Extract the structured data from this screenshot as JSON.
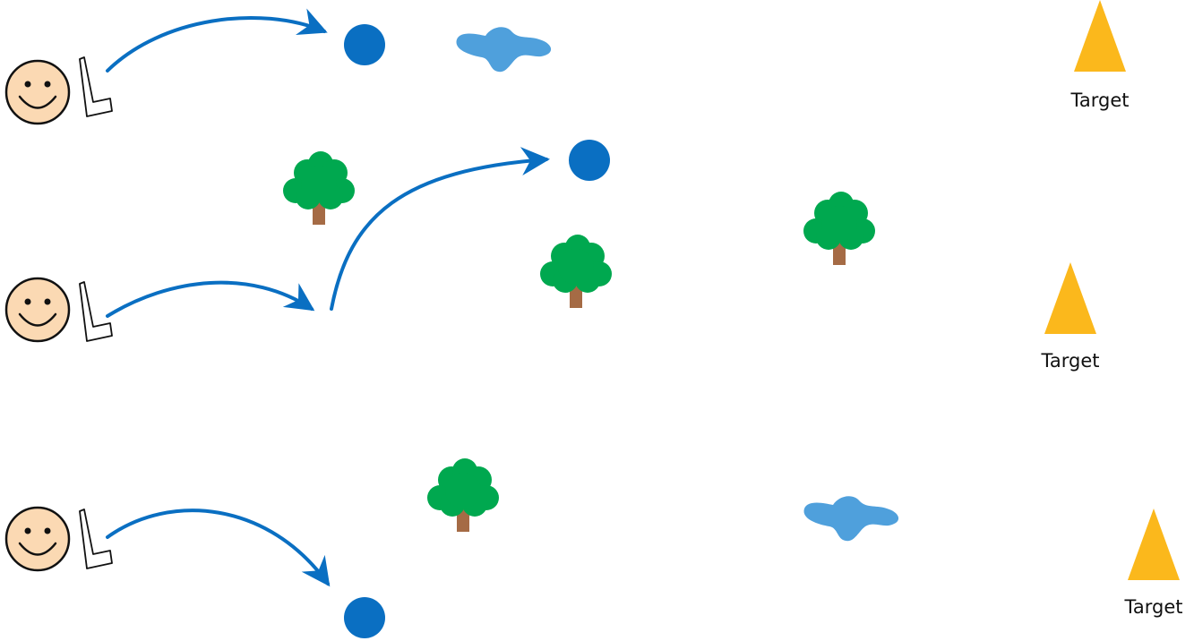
{
  "colors": {
    "face": "#fbd9b3",
    "outline": "#111111",
    "arrow": "#0a6fc2",
    "ball": "#0a6fc2",
    "puddle": "#4fa0dc",
    "tree_canopy": "#00a84f",
    "tree_trunk": "#a56b45",
    "target": "#fbb81c"
  },
  "rows": [
    {
      "golfer_icon": "smiley-face-icon",
      "club_icon": "golf-club-icon",
      "shot_count": 1,
      "target_label": "Target"
    },
    {
      "golfer_icon": "smiley-face-icon",
      "club_icon": "golf-club-icon",
      "shot_count": 2,
      "target_label": "Target"
    },
    {
      "golfer_icon": "smiley-face-icon",
      "club_icon": "golf-club-icon",
      "shot_count": 1,
      "target_label": "Target"
    }
  ],
  "obstacles": {
    "trees": 4,
    "puddles": 2
  }
}
